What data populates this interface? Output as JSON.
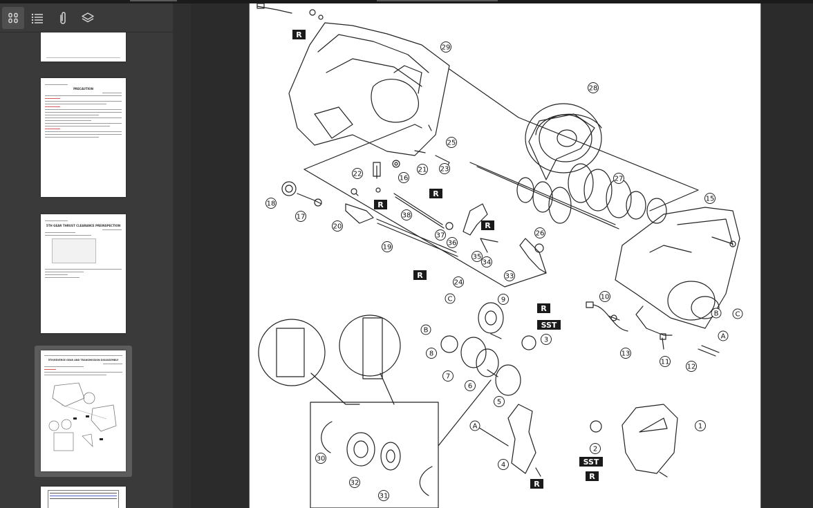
{
  "toolbar": {
    "thumbnails_icon": "grid-icon",
    "outline_icon": "list-icon",
    "attachments_icon": "paperclip-icon",
    "layers_icon": "layers-icon"
  },
  "thumbnails": [
    {
      "title": ""
    },
    {
      "title": "PRECAUTION"
    },
    {
      "title": "5TH GEAR THRUST CLEARANCE PREINSPECTION"
    },
    {
      "title": "5TH/REVERSE GEAR AND TRANSMISSION DISASSEMBLY"
    },
    {
      "title": ""
    }
  ],
  "selected_thumbnail": 3,
  "diagram": {
    "part_numbers": [
      "1",
      "2",
      "3",
      "4",
      "5",
      "6",
      "7",
      "8",
      "9",
      "10",
      "11",
      "12",
      "13",
      "15",
      "16",
      "17",
      "18",
      "19",
      "20",
      "21",
      "22",
      "23",
      "24",
      "25",
      "26",
      "27",
      "28",
      "29",
      "30",
      "31",
      "32",
      "33",
      "34",
      "35",
      "36",
      "37",
      "38"
    ],
    "letter_callouts": [
      "A",
      "B",
      "C"
    ],
    "tags": {
      "replace": "R",
      "special_tool": "SST"
    }
  },
  "colors": {
    "sidebar": "#3a3a3a",
    "viewer_bg": "#2b2b2b",
    "page": "#ffffff",
    "tag_fill": "#1a1a1a"
  }
}
